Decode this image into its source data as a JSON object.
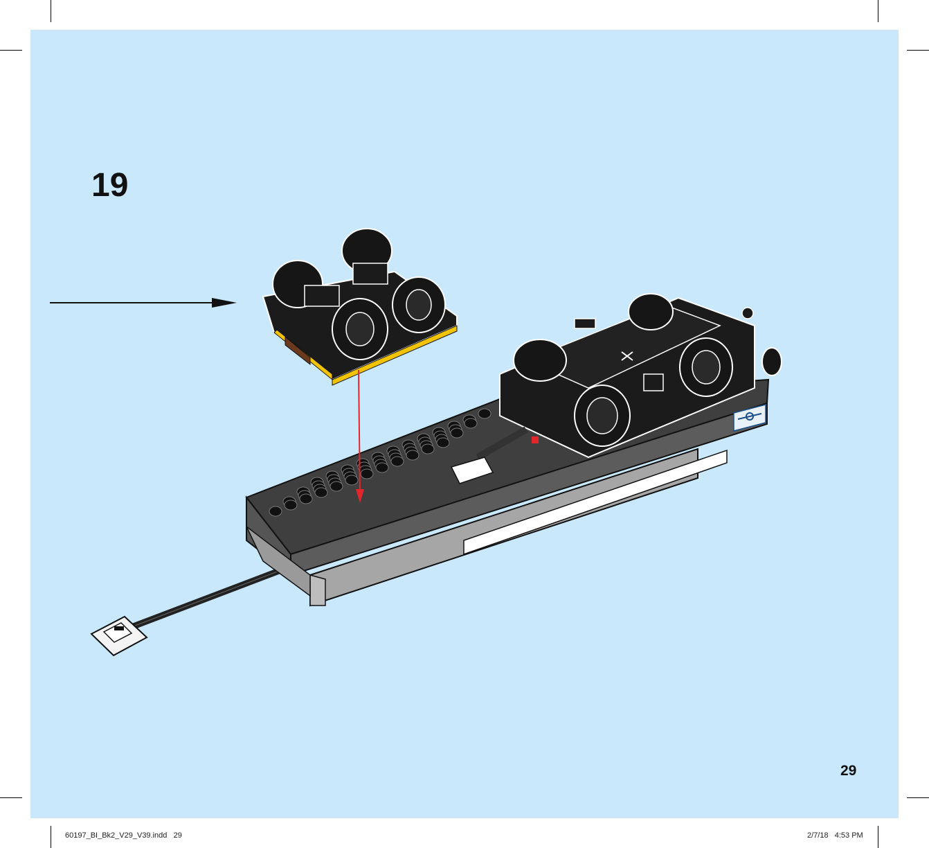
{
  "step": {
    "number": "19"
  },
  "page": {
    "number": "29"
  },
  "slug": {
    "file": "60197_BI_Bk2_V29_V39.indd   29",
    "date": "2/7/18   4:53 PM"
  },
  "colors": {
    "background": "#c9e8fb",
    "arrow_red": "#e3262b",
    "brick_black": "#1b1b1b",
    "brick_grey": "#5a5a5a",
    "light_grey": "#a9a9a9",
    "yellow": "#f2c400"
  },
  "icons": {
    "direction_badge": "bidirectional-arrow-icon"
  }
}
